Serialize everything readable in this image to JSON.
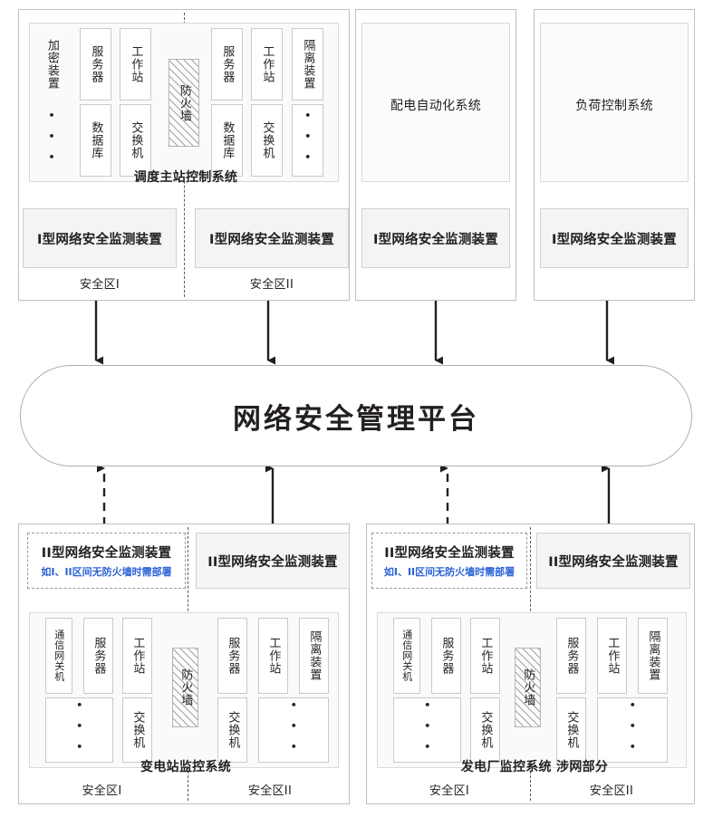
{
  "diagram": {
    "title": "网络安全管理平台",
    "platform_label": "网络安全管理平台",
    "accent_note_color": "#2b62d6"
  },
  "labels": {
    "zone1": "安全区I",
    "zone2": "安全区II",
    "monitor_type1": "I型网络安全监测装置",
    "monitor_type2": "II型网络安全监测装置",
    "optional_note": "如I、II区间无防火墙时需部署",
    "firewall": "防火墙",
    "dots": "..."
  },
  "devices": {
    "encryption": "加密装置",
    "server": "服务器",
    "workstation": "工作站",
    "database": "数据库",
    "switch": "交换机",
    "isolation": "隔离装置",
    "comm_gateway": "通信网关机"
  },
  "panels": {
    "dispatch": {
      "system_label": "调度主站控制系统",
      "zone1_devices": [
        "加密装置",
        "服务器",
        "工作站",
        "数据库",
        "交换机",
        "..."
      ],
      "zone2_devices": [
        "服务器",
        "工作站",
        "隔离装置",
        "数据库",
        "交换机",
        "..."
      ],
      "firewall": "防火墙",
      "zone1": "安全区I",
      "zone2": "安全区II",
      "monitor_zone1": "I型网络安全监测装置",
      "monitor_zone2": "I型网络安全监测装置"
    },
    "distribution": {
      "system_label": "配电自动化系统",
      "monitor": "I型网络安全监测装置"
    },
    "load_control": {
      "system_label": "负荷控制系统",
      "monitor": "I型网络安全监测装置"
    },
    "substation": {
      "system_label": "变电站监控系统",
      "zone1": "安全区I",
      "zone2": "安全区II",
      "monitor_zone1": "II型网络安全监测装置",
      "monitor_zone1_note": "如I、II区间无防火墙时需部署",
      "monitor_zone2": "II型网络安全监测装置",
      "firewall": "防火墙",
      "zone1_devices": [
        "通信网关机",
        "服务器",
        "工作站",
        "...",
        "交换机"
      ],
      "zone2_devices": [
        "服务器",
        "工作站",
        "隔离装置",
        "交换机",
        "..."
      ]
    },
    "power_plant": {
      "system_label": "发电厂监控系统  涉网部分",
      "zone1": "安全区I",
      "zone2": "安全区II",
      "monitor_zone1": "II型网络安全监测装置",
      "monitor_zone1_note": "如I、II区间无防火墙时需部署",
      "monitor_zone2": "II型网络安全监测装置",
      "firewall": "防火墙",
      "zone1_devices": [
        "通信网关机",
        "服务器",
        "工作站",
        "...",
        "交换机"
      ],
      "zone2_devices": [
        "服务器",
        "工作站",
        "隔离装置",
        "交换机",
        "..."
      ]
    }
  }
}
